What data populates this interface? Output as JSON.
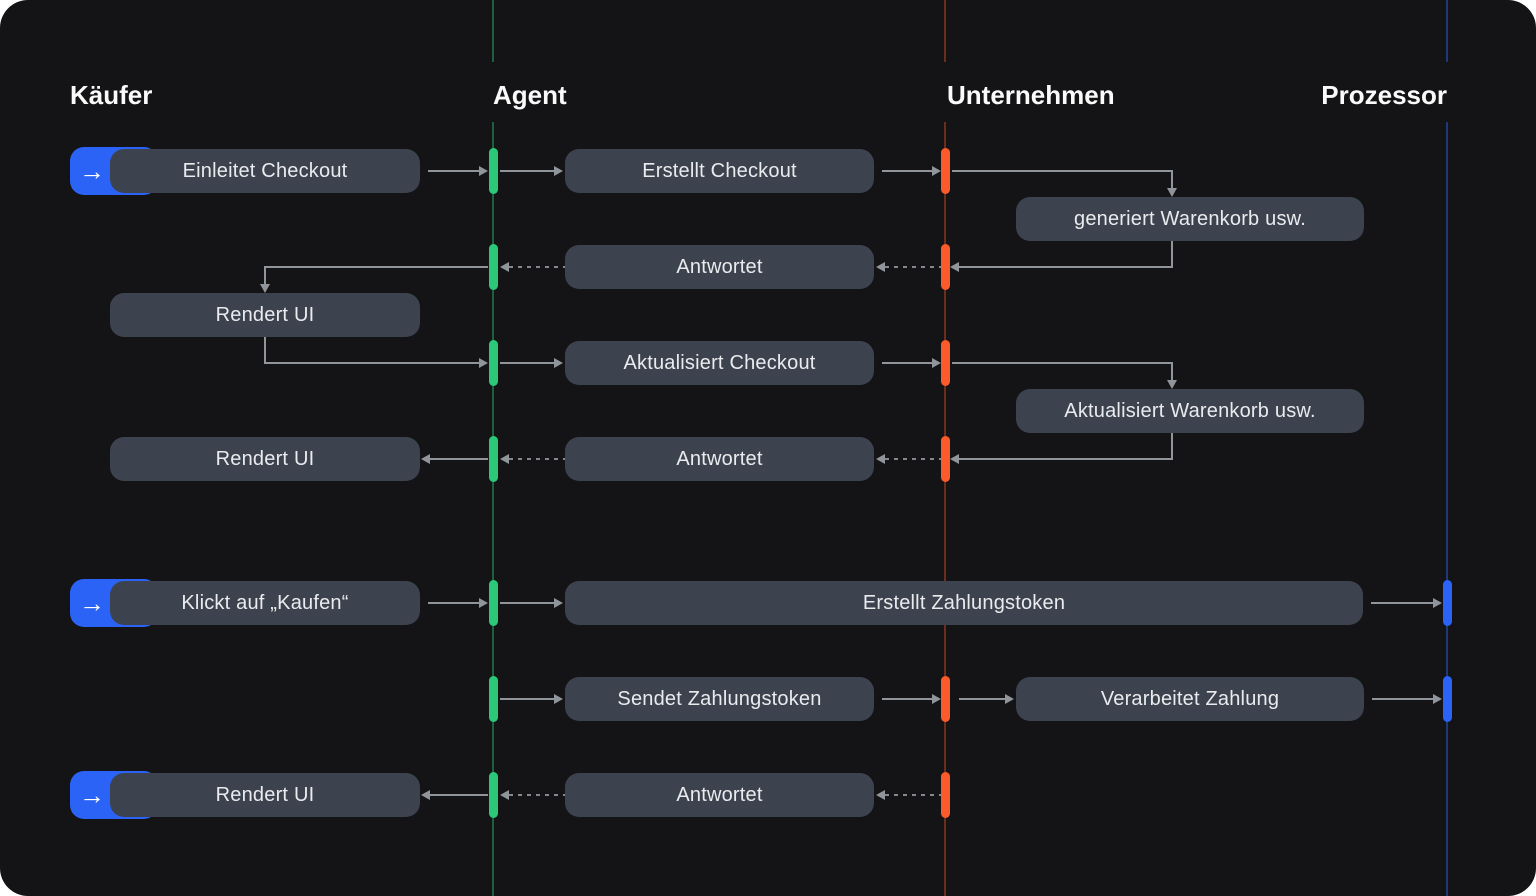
{
  "actors": [
    {
      "name": "Käufer"
    },
    {
      "name": "Agent"
    },
    {
      "name": "Unternehmen"
    },
    {
      "name": "Prozessor"
    }
  ],
  "colors": {
    "background": "#141416",
    "box": "#3d434e",
    "agent_lifeline": "#2bc878",
    "company_lifeline": "#fb5a2b",
    "processor_lifeline": "#2a63f5",
    "buyer_action": "#2a63f5",
    "arrow": "#90949b",
    "dot": "#84888f"
  },
  "icons": {
    "buyer_action_arrow": "→"
  },
  "boxes": [
    {
      "id": "einleitet-checkout",
      "label": "Einleitet Checkout"
    },
    {
      "id": "erstellt-checkout",
      "label": "Erstellt Checkout"
    },
    {
      "id": "generiert-warenkorb",
      "label": "generiert Warenkorb usw."
    },
    {
      "id": "antwortet-1",
      "label": "Antwortet"
    },
    {
      "id": "rendert-ui-1",
      "label": "Rendert UI"
    },
    {
      "id": "aktualisiert-checkout",
      "label": "Aktualisiert Checkout"
    },
    {
      "id": "aktualisiert-warenkorb",
      "label": "Aktualisiert Warenkorb usw."
    },
    {
      "id": "antwortet-2",
      "label": "Antwortet"
    },
    {
      "id": "rendert-ui-2",
      "label": "Rendert UI"
    },
    {
      "id": "klickt-kaufen",
      "label": "Klickt auf „Kaufen“"
    },
    {
      "id": "erstellt-zahlungstoken",
      "label": "Erstellt Zahlungstoken"
    },
    {
      "id": "sendet-zahlungstoken",
      "label": "Sendet Zahlungstoken"
    },
    {
      "id": "verarbeitet-zahlung",
      "label": "Verarbeitet Zahlung"
    },
    {
      "id": "antwortet-3",
      "label": "Antwortet"
    },
    {
      "id": "rendert-ui-3",
      "label": "Rendert UI"
    }
  ]
}
